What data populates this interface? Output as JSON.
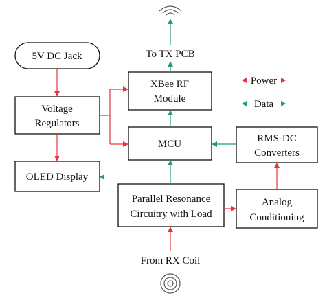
{
  "blocks": {
    "dc_jack": "5V DC Jack",
    "regulators": [
      "Voltage",
      "Regulators"
    ],
    "oled": "OLED Display",
    "xbee": [
      "XBee RF",
      "Module"
    ],
    "mcu": "MCU",
    "resonance": [
      "Parallel Resonance",
      "Circuitry with Load"
    ],
    "rms": [
      "RMS-DC",
      "Converters"
    ],
    "analog": [
      "Analog",
      "Conditioning"
    ]
  },
  "labels": {
    "to_tx": "To TX PCB",
    "from_rx": "From RX Coil"
  },
  "legend": {
    "power": "Power",
    "data": "Data"
  },
  "colors": {
    "power": "#e5343a",
    "data": "#22a06b"
  }
}
